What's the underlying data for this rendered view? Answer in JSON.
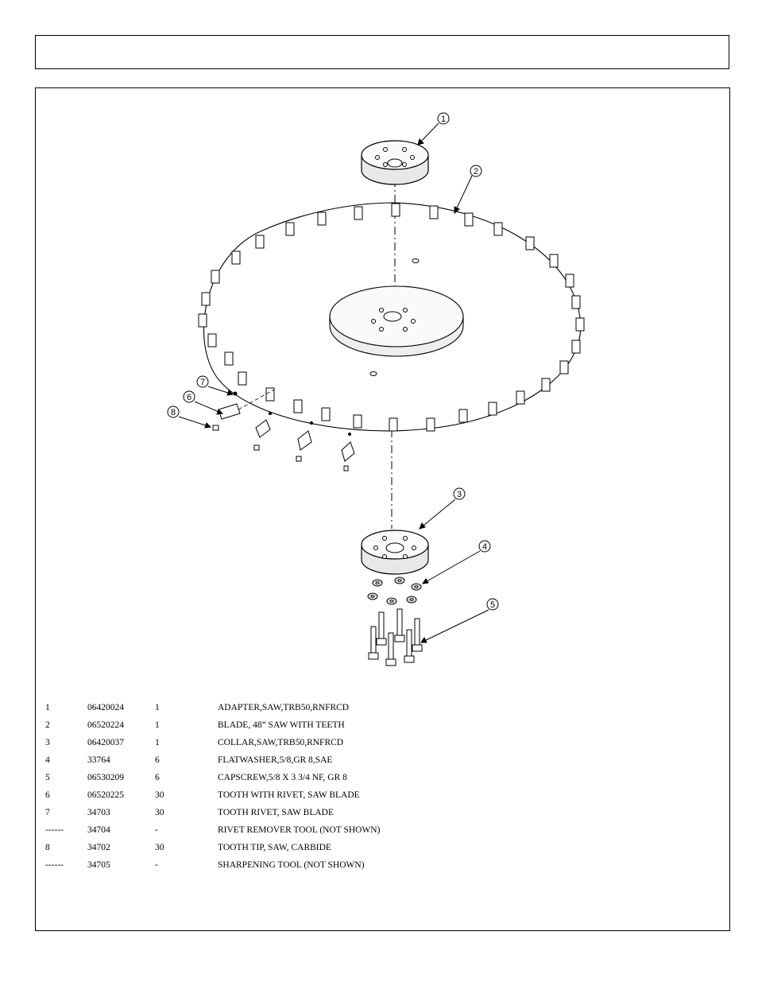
{
  "callouts": [
    "1",
    "2",
    "3",
    "4",
    "5",
    "6",
    "7",
    "8"
  ],
  "parts_list": [
    {
      "item": "1",
      "part": "06420024",
      "qty": "1",
      "description": "ADAPTER,SAW,TRB50,RNFRCD"
    },
    {
      "item": "2",
      "part": "06520224",
      "qty": "1",
      "description": "BLADE, 48” SAW WITH TEETH"
    },
    {
      "item": "3",
      "part": "06420037",
      "qty": "1",
      "description": "COLLAR,SAW,TRB50,RNFRCD"
    },
    {
      "item": "4",
      "part": "33764",
      "qty": "6",
      "description": "FLATWASHER,5/8,GR 8,SAE"
    },
    {
      "item": "5",
      "part": "06530209",
      "qty": "6",
      "description": "CAPSCREW,5/8 X 3 3/4 NF, GR 8"
    },
    {
      "item": "6",
      "part": "06520225",
      "qty": "30",
      "description": "TOOTH WITH RIVET, SAW BLADE"
    },
    {
      "item": "7",
      "part": "34703",
      "qty": "30",
      "description": "TOOTH RIVET, SAW BLADE"
    },
    {
      "item": "------",
      "part": "34704",
      "qty": "-",
      "description": "RIVET REMOVER TOOL  (NOT SHOWN)"
    },
    {
      "item": "8",
      "part": "34702",
      "qty": "30",
      "description": "TOOTH TIP, SAW, CARBIDE"
    },
    {
      "item": "------",
      "part": "34705",
      "qty": "-",
      "description": "SHARPENING TOOL  (NOT SHOWN)"
    }
  ]
}
